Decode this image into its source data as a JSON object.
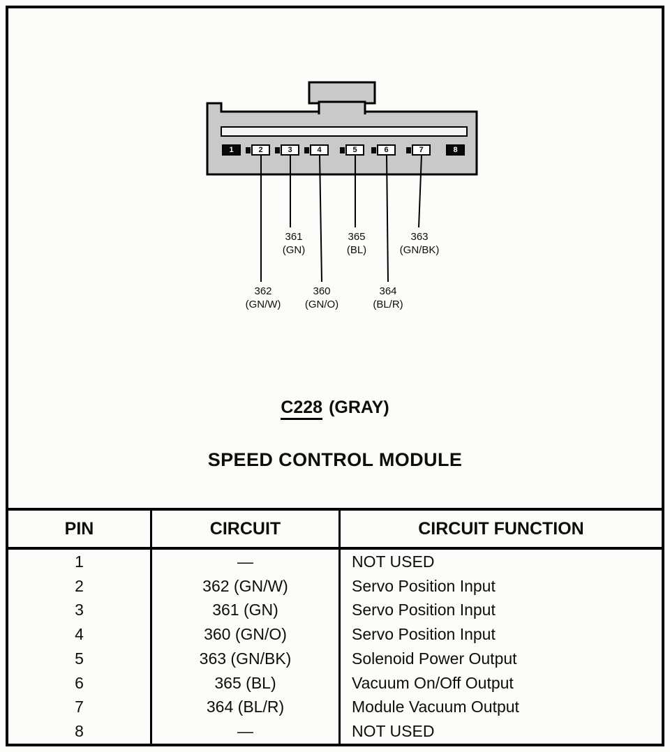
{
  "diagram": {
    "connector_fill_color": "#c9c9c9",
    "pins": [
      {
        "label": "1",
        "filled": true
      },
      {
        "label": "2",
        "filled": false
      },
      {
        "label": "3",
        "filled": false
      },
      {
        "label": "4",
        "filled": false
      },
      {
        "label": "5",
        "filled": false
      },
      {
        "label": "6",
        "filled": false
      },
      {
        "label": "7",
        "filled": false
      },
      {
        "label": "8",
        "filled": true
      }
    ],
    "upper_wire_labels": [
      {
        "pin": "3",
        "circuit": "361",
        "color_code": "(GN)"
      },
      {
        "pin": "5",
        "circuit": "365",
        "color_code": "(BL)"
      },
      {
        "pin": "7",
        "circuit": "363",
        "color_code": "(GN/BK)"
      }
    ],
    "lower_wire_labels": [
      {
        "pin": "2",
        "circuit": "362",
        "color_code": "(GN/W)"
      },
      {
        "pin": "4",
        "circuit": "360",
        "color_code": "(GN/O)"
      },
      {
        "pin": "6",
        "circuit": "364",
        "color_code": "(BL/R)"
      }
    ],
    "connector_label": {
      "code": "C228",
      "suffix": "(GRAY)"
    },
    "module_title": "SPEED CONTROL MODULE"
  },
  "table": {
    "headers": [
      "PIN",
      "CIRCUIT",
      "CIRCUIT FUNCTION"
    ],
    "rows": [
      {
        "pin": "1",
        "circuit": "—",
        "function": "NOT USED"
      },
      {
        "pin": "2",
        "circuit": "362 (GN/W)",
        "function": "Servo Position Input"
      },
      {
        "pin": "3",
        "circuit": "361 (GN)",
        "function": "Servo Position Input"
      },
      {
        "pin": "4",
        "circuit": "360 (GN/O)",
        "function": "Servo Position Input"
      },
      {
        "pin": "5",
        "circuit": "363 (GN/BK)",
        "function": "Solenoid Power Output"
      },
      {
        "pin": "6",
        "circuit": "365 (BL)",
        "function": "Vacuum On/Off Output"
      },
      {
        "pin": "7",
        "circuit": "364 (BL/R)",
        "function": "Module Vacuum Output"
      },
      {
        "pin": "8",
        "circuit": "—",
        "function": "NOT USED"
      }
    ]
  }
}
